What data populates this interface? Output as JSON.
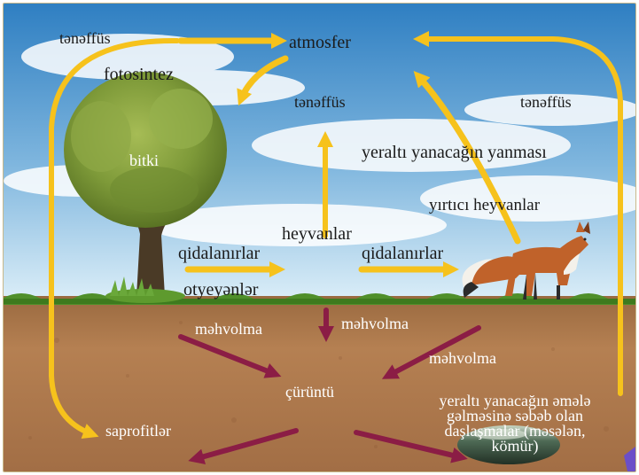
{
  "labels": {
    "atmosfer": "atmosfer",
    "tenaffus_left": "tənəffüs",
    "fotosintez": "fotosintez",
    "tenaffus_center": "tənəffüs",
    "tenaffus_right": "tənəffüs",
    "bitki": "bitki",
    "yeralti_yanma": "yeraltı yanacağın yanması",
    "yirtici": "yırtıcı heyvanlar",
    "heyvanlar": "heyvanlar",
    "qidalanirlar_left": "qidalanırlar",
    "qidalanirlar_right": "qidalanırlar",
    "otyeyenler": "otyeyənlər",
    "mehvolma_left": "məhvolma",
    "mehvolma_center": "məhvolma",
    "mehvolma_right": "məhvolma",
    "curuntu": "çürüntü",
    "saprofitler": "saprofitlər",
    "yeralti_emele": {
      "line1": "yeraltı yanacağın əmələ",
      "line2": "gəlməsinə səbəb olan",
      "line3": "daşlaşmalar (məsələn,",
      "line4": "kömür)"
    }
  },
  "colors": {
    "sky_top": "#2f86c8",
    "sky_bottom": "#cfe6f5",
    "soil": "#b07a4d",
    "soil_dark": "#8a5634",
    "grass": "#4f8f2a",
    "arrow_yellow": "#f6c21c",
    "arrow_maroon": "#8b1d45",
    "tree_foliage": "#7f9d3c",
    "fox": "#c0622a"
  },
  "icons": {
    "tree": "tree-icon",
    "fox": "fox-icon",
    "coal": "coal-icon"
  }
}
